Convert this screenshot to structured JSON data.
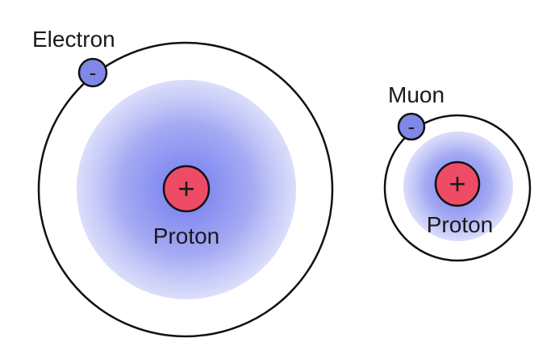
{
  "labels": {
    "electron": "Electron",
    "muon": "Muon",
    "proton_left": "Proton",
    "proton_right": "Proton",
    "minus": "-",
    "plus": "+"
  },
  "colors": {
    "cloud": "#6f78ee",
    "proton": "#ee4b66",
    "lepton": "#7f88e6",
    "orbit": "#111111"
  }
}
